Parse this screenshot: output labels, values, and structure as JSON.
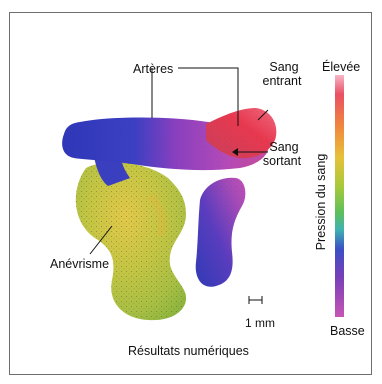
{
  "labels": {
    "arteries": "Artères",
    "blood_in_line1": "Sang",
    "blood_in_line2": "entrant",
    "blood_out_line1": "Sang",
    "blood_out_line2": "sortant",
    "aneurysm": "Anévrisme",
    "scale": "1 mm",
    "caption": "Résultats numériques"
  },
  "colorbar": {
    "title": "Pression du sang",
    "high_label": "Élevée",
    "low_label": "Basse",
    "colors_top_to_bottom": [
      "#f4a3b9",
      "#e84a5f",
      "#f08a3c",
      "#e9c23b",
      "#a6c93a",
      "#5fbf5a",
      "#3fb0b0",
      "#3b4fc4",
      "#7a3fb8",
      "#c24fb3"
    ]
  },
  "colors": {
    "frame": "#6e6e6e",
    "blue_vessel": "#3a3fbf",
    "purple_vessel": "#b14fc0",
    "red_inlet": "#e8384f",
    "aneurysm_fill": "#b9c54a"
  }
}
